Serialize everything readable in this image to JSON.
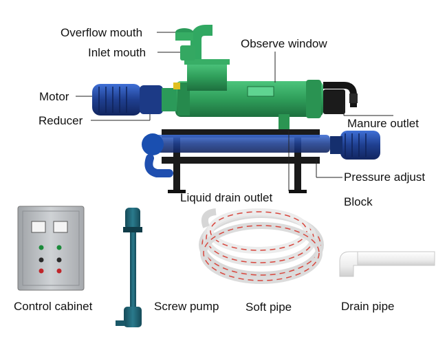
{
  "labels": {
    "overflow_mouth": "Overflow mouth",
    "inlet_mouth": "Inlet mouth",
    "observe_window": "Observe window",
    "motor": "Motor",
    "reducer": "Reducer",
    "manure_outlet": "Manure outlet",
    "pressure_adjust": "Pressure adjust",
    "block": "Block",
    "liquid_drain_outlet": "Liquid drain outlet",
    "control_cabinet": "Control cabinet",
    "screw_pump": "Screw pump",
    "soft_pipe": "Soft pipe",
    "drain_pipe": "Drain pipe"
  },
  "colors": {
    "machine_green": "#2f9e5a",
    "motor_blue": "#1f3f8f",
    "pump_teal": "#1f5f6f",
    "pipe_white": "#f2f2f2",
    "frame_black": "#1a1a1a",
    "cabinet_grey": "#b9bcc0",
    "hose_stripe_red": "#d8453c"
  }
}
